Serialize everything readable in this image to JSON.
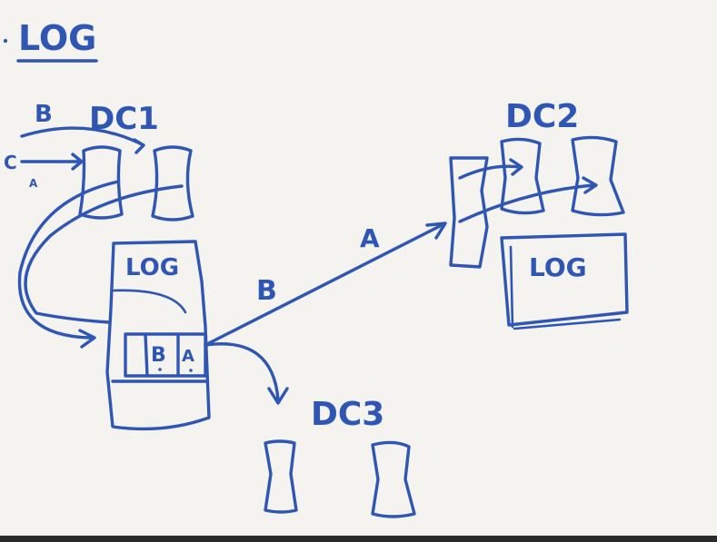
{
  "colors": {
    "ink": "#2f56b4",
    "board": "#f4f3ef",
    "frame": "#2b2b2b"
  },
  "labels": {
    "title": "LOG",
    "dc1": "DC1",
    "dc2": "DC2",
    "dc3": "DC3",
    "log_dc1": "LOG",
    "log_dc2": "LOG",
    "cell_b": "B",
    "cell_a": "A",
    "arrow_b_top": "B",
    "arrow_c": "C",
    "arrow_b_main": "B",
    "arrow_a": "A"
  }
}
